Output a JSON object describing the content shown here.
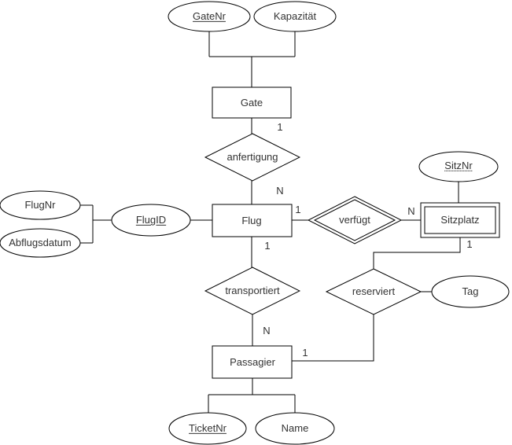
{
  "diagram_type": "entity-relationship-diagram",
  "colors": {
    "background": "#ffffff",
    "stroke": "#000000",
    "text": "#333333"
  },
  "entities": [
    {
      "label": "Gate",
      "type": "strong"
    },
    {
      "label": "Flug",
      "type": "strong"
    },
    {
      "label": "Sitzplatz",
      "type": "weak-double-border"
    },
    {
      "label": "Passagier",
      "type": "strong"
    }
  ],
  "relationships": [
    {
      "label": "anfertigung",
      "type": "regular"
    },
    {
      "label": "verfügt",
      "type": "identifying-double-border"
    },
    {
      "label": "transportiert",
      "type": "regular"
    },
    {
      "label": "reserviert",
      "type": "regular"
    }
  ],
  "attributes": [
    {
      "label": "GateNr",
      "key_style": "underline",
      "attached_to": "Gate"
    },
    {
      "label": "Kapazität",
      "key_style": "none",
      "attached_to": "Gate"
    },
    {
      "label": "FlugNr",
      "key_style": "none",
      "attached_to": "Flug"
    },
    {
      "label": "Abflugsdatum",
      "key_style": "none",
      "attached_to": "Flug"
    },
    {
      "label": "FlugID",
      "key_style": "underline",
      "attached_to": "Flug"
    },
    {
      "label": "SitzNr",
      "key_style": "dotted-underline",
      "attached_to": "Sitzplatz"
    },
    {
      "label": "Tag",
      "key_style": "none",
      "attached_to": "reserviert"
    },
    {
      "label": "TicketNr",
      "key_style": "underline",
      "attached_to": "Passagier"
    },
    {
      "label": "Name",
      "key_style": "none",
      "attached_to": "Passagier"
    }
  ],
  "cardinalities": [
    {
      "value": "1",
      "edge": "Gate–anfertigung"
    },
    {
      "value": "N",
      "edge": "anfertigung–Flug"
    },
    {
      "value": "1",
      "edge": "Flug–verfügt"
    },
    {
      "value": "N",
      "edge": "verfügt–Sitzplatz"
    },
    {
      "value": "1",
      "edge": "Flug–transportiert"
    },
    {
      "value": "N",
      "edge": "transportiert–Passagier"
    },
    {
      "value": "1",
      "edge": "Sitzplatz–reserviert"
    },
    {
      "value": "1",
      "edge": "Passagier–reserviert"
    }
  ]
}
